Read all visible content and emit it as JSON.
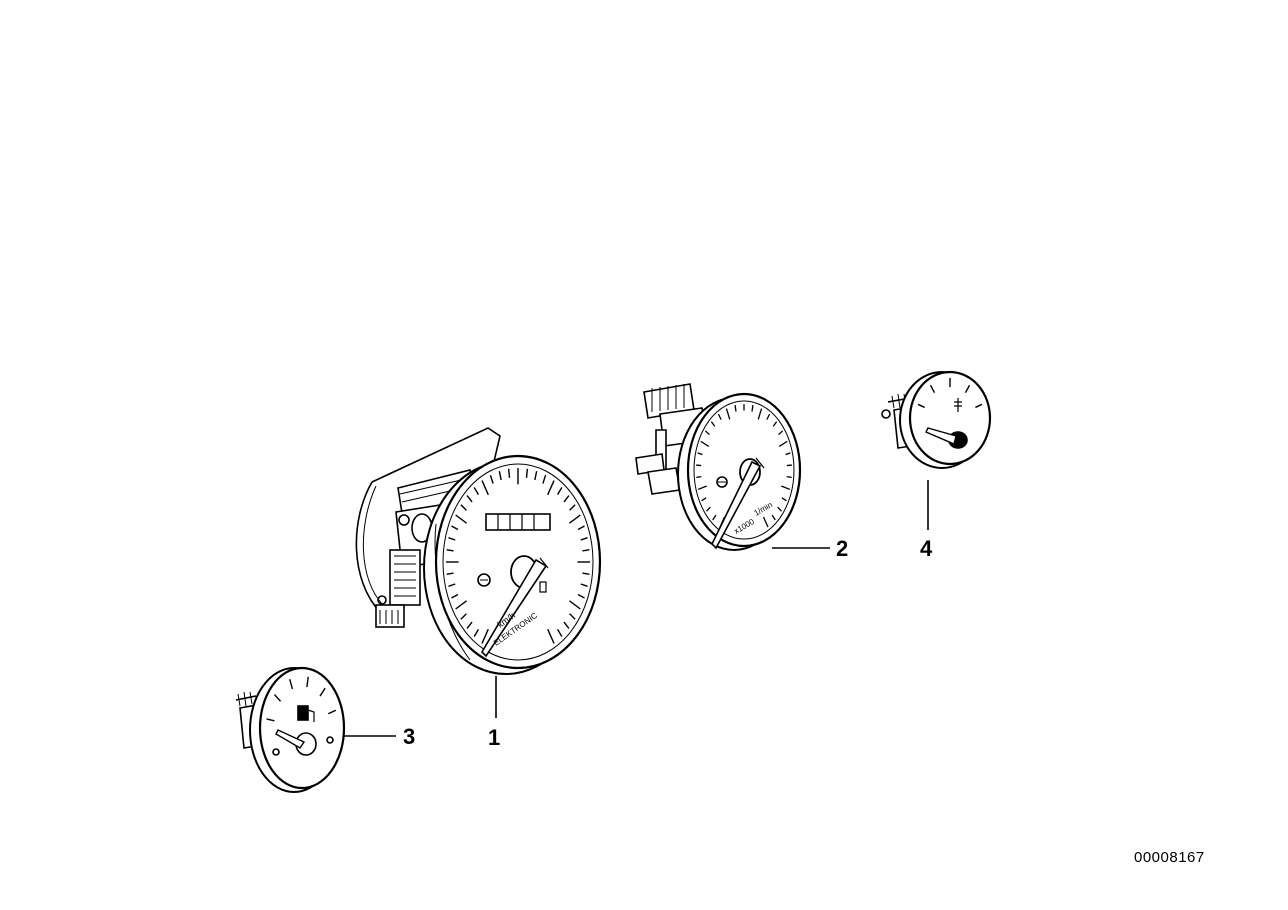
{
  "diagram": {
    "drawing_number": "00008167",
    "parts": [
      {
        "callout": "1",
        "name": "speedometer"
      },
      {
        "callout": "2",
        "name": "tachometer"
      },
      {
        "callout": "3",
        "name": "fuel-gauge"
      },
      {
        "callout": "4",
        "name": "temperature-gauge"
      }
    ],
    "dial_labels": {
      "speedometer_unit": "km/h",
      "speedometer_brand": "ELEKTRONIC",
      "tachometer_unit": "1/min",
      "tachometer_scale": "x1000"
    }
  }
}
